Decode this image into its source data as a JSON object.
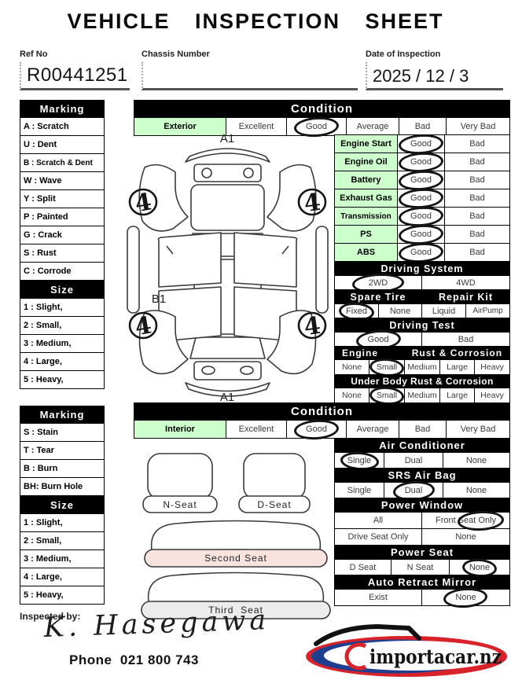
{
  "title": "VEHICLE INSPECTION SHEET",
  "header": {
    "ref_no_label": "Ref No",
    "ref_no": "R00441251",
    "chassis_label": "Chassis Number",
    "chassis_number": "",
    "date_label": "Date of Inspection",
    "date_value": "2025 / 12 / 3"
  },
  "exterior": {
    "legend": {
      "marking_title": "Marking",
      "marking_items": [
        "A : Scratch",
        "U : Dent",
        "B : Scratch & Dent",
        "W : Wave",
        "Y : Split",
        "P : Painted",
        "G : Crack",
        "S : Rust",
        "C : Corrode"
      ],
      "size_title": "Size",
      "size_items": [
        "1 : Slight,",
        "2 : Small,",
        "3 : Medium,",
        "4 : Large,",
        "5 : Heavy,"
      ]
    },
    "condition": {
      "title": "Condition",
      "row_label": "Exterior",
      "options": [
        "Excellent",
        "Good",
        "Average",
        "Bad",
        "Very Bad"
      ],
      "selected": "Good"
    },
    "mechanical_rows": [
      {
        "label": "Engine Start",
        "good": "Good",
        "bad": "Bad",
        "selected": "Good"
      },
      {
        "label": "Engine Oil",
        "good": "Good",
        "bad": "Bad",
        "selected": "Good"
      },
      {
        "label": "Battery",
        "good": "Good",
        "bad": "Bad",
        "selected": "Good"
      },
      {
        "label": "Exhaust Gas",
        "good": "Good",
        "bad": "Bad",
        "selected": "Good"
      },
      {
        "label": "Transmission",
        "good": "Good",
        "bad": "Bad",
        "selected": "Good"
      },
      {
        "label": "PS",
        "good": "Good",
        "bad": "Bad",
        "selected": "Good"
      },
      {
        "label": "ABS",
        "good": "Good",
        "bad": "Bad",
        "selected": "Good"
      }
    ],
    "driving_system": {
      "title": "Driving System",
      "options": [
        "2WD",
        "4WD"
      ],
      "selected": "2WD"
    },
    "spare_tire": {
      "title_left": "Spare Tire",
      "title_right": "Repair Kit",
      "options": [
        "Fixed",
        "None",
        "Liquid",
        "AirPump"
      ],
      "selected": "Fixed"
    },
    "driving_test": {
      "title": "Driving Test",
      "options": [
        "Good",
        "Bad"
      ],
      "selected": "Good"
    },
    "engine_rust": {
      "title_left": "Engine",
      "title_right": "Rust & Corrosion",
      "options": [
        "None",
        "Small",
        "Medium",
        "Large",
        "Heavy"
      ],
      "selected": "Small"
    },
    "under_body_rust": {
      "title": "Under Body Rust & Corrosion",
      "options": [
        "None",
        "Small",
        "Medium",
        "Large",
        "Heavy"
      ],
      "selected": "Small"
    },
    "diagram": {
      "front_label": "A1",
      "rear_label": "A1",
      "side_label": "B1",
      "wheel_marks": [
        "4",
        "4",
        "4",
        "4"
      ]
    }
  },
  "interior": {
    "legend": {
      "marking_title": "Marking",
      "marking_items": [
        "S : Stain",
        "T : Tear",
        "B : Burn",
        "BH: Burn Hole"
      ],
      "size_title": "Size",
      "size_items": [
        "1 : Slight,",
        "2 : Small,",
        "3 : Medium,",
        "4 : Large,",
        "5 : Heavy,"
      ]
    },
    "condition": {
      "title": "Condition",
      "row_label": "Interior",
      "options": [
        "Excellent",
        "Good",
        "Average",
        "Bad",
        "Very Bad"
      ],
      "selected": "Good"
    },
    "air_conditioner": {
      "title": "Air Conditioner",
      "options": [
        "Single",
        "Dual",
        "None"
      ],
      "selected": "Single"
    },
    "srs_air_bag": {
      "title": "SRS Air Bag",
      "options": [
        "Single",
        "Dual",
        "None"
      ],
      "selected": "Dual"
    },
    "power_window": {
      "title": "Power Window",
      "rows": [
        [
          "All",
          "Front Seat Only"
        ],
        [
          "Drive Seat Only",
          "None"
        ]
      ],
      "selected": "Front Seat Only"
    },
    "power_seat": {
      "title": "Power Seat",
      "options": [
        "D Seat",
        "N Seat",
        "None"
      ],
      "selected": "None"
    },
    "auto_retract_mirror": {
      "title": "Auto Retract Mirror",
      "options": [
        "Exist",
        "None"
      ],
      "selected": "None"
    },
    "seats": {
      "n_seat": "N-Seat",
      "d_seat": "D-Seat",
      "second_seat": "Second Seat",
      "third_seat": "Third  Seat"
    }
  },
  "footer": {
    "inspected_by_label": "Inspected by:",
    "inspector_signature": "K. Hasegawa",
    "phone": "Phone  021 800 743",
    "logo_text": "importacar.nz"
  },
  "colors": {
    "label_green": "#ccffcc",
    "header_black": "#000000",
    "second_seat_pink": "#f9e3df",
    "third_seat_gray": "#ececec",
    "logo_red": "#d8232a",
    "logo_navy": "#1e3f8f"
  }
}
